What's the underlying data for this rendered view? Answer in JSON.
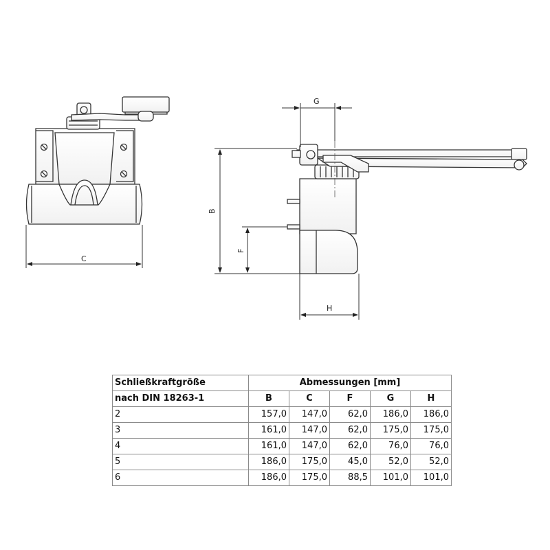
{
  "drawing": {
    "labels": {
      "c": "C",
      "g": "G",
      "b": "B",
      "f": "F",
      "h": "H"
    }
  },
  "table": {
    "head1_col0": "Schließkraftgröße",
    "head1_span": "Abmessungen [mm]",
    "head2_col0": "nach DIN 18263-1",
    "columns": [
      "B",
      "C",
      "F",
      "G",
      "H"
    ],
    "rows": [
      {
        "size": "2",
        "values": [
          "157,0",
          "147,0",
          "62,0",
          "186,0",
          "186,0"
        ]
      },
      {
        "size": "3",
        "values": [
          "161,0",
          "147,0",
          "62,0",
          "175,0",
          "175,0"
        ]
      },
      {
        "size": "4",
        "values": [
          "161,0",
          "147,0",
          "62,0",
          "76,0",
          "76,0"
        ]
      },
      {
        "size": "5",
        "values": [
          "186,0",
          "175,0",
          "45,0",
          "52,0",
          "52,0"
        ]
      },
      {
        "size": "6",
        "values": [
          "186,0",
          "175,0",
          "88,5",
          "101,0",
          "101,0"
        ]
      }
    ]
  }
}
